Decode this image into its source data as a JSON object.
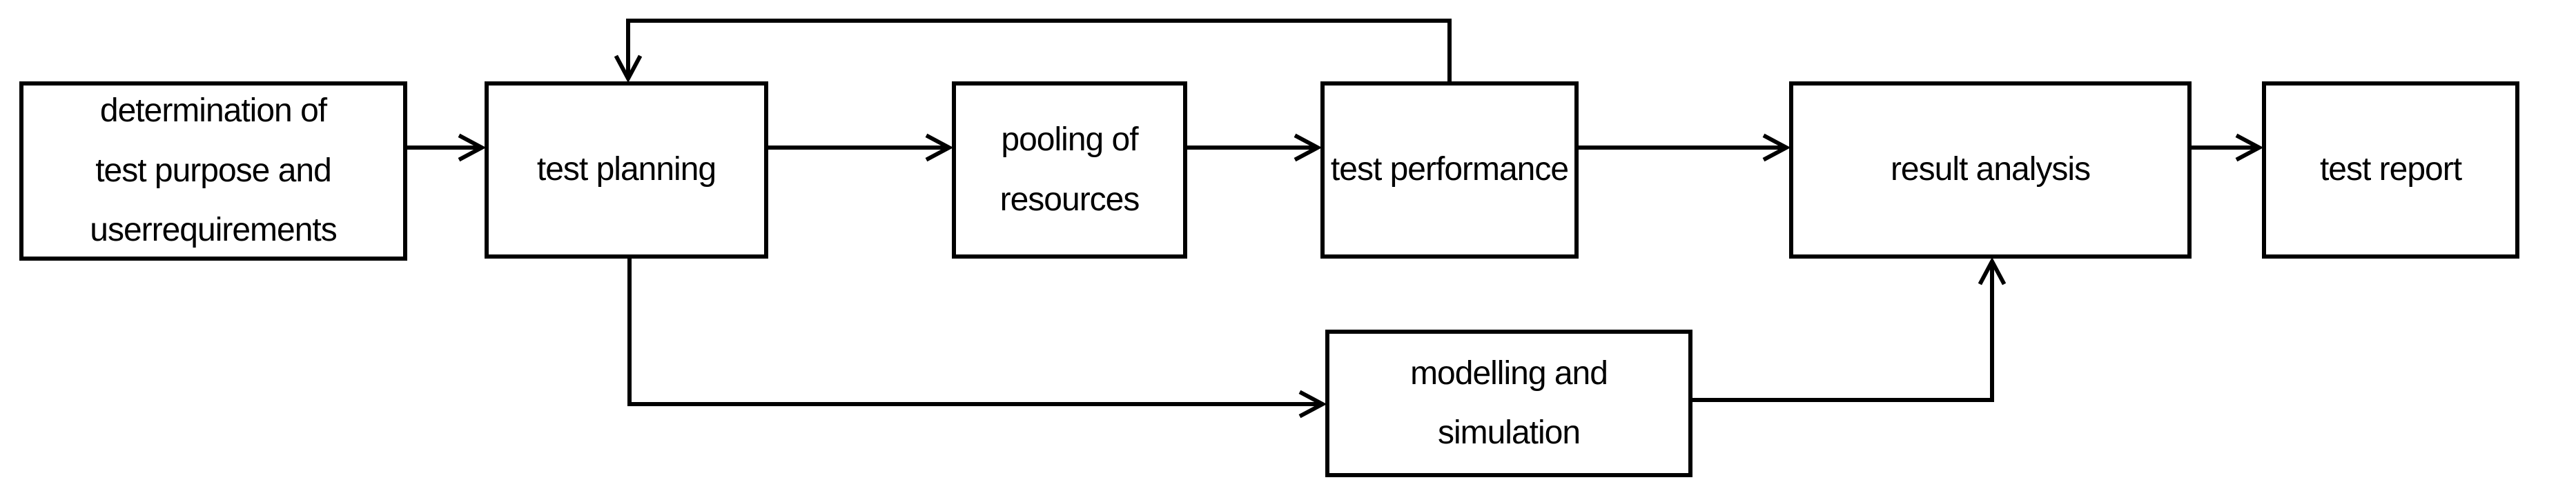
{
  "diagram": {
    "type": "flowchart",
    "background_color": "#ffffff",
    "stroke_color": "#000000",
    "node_fill_color": "#ffffff",
    "nodes": {
      "determination": {
        "label": "determination of test purpose and userrequirements",
        "lines": [
          "determination of",
          "test purpose and",
          "userrequirements"
        ]
      },
      "test_planning": {
        "label": "test planning",
        "lines": [
          "test planning"
        ]
      },
      "pooling": {
        "label": "pooling of resources",
        "lines": [
          "pooling of",
          "resources"
        ]
      },
      "test_performance": {
        "label": "test performance",
        "lines": [
          "test performance"
        ]
      },
      "result_analysis": {
        "label": "result analysis",
        "lines": [
          "result analysis"
        ]
      },
      "test_report": {
        "label": "test report",
        "lines": [
          "test report"
        ]
      },
      "modelling": {
        "label": "modelling and simulation",
        "lines": [
          "modelling and",
          "simulation"
        ]
      }
    },
    "edges": [
      {
        "from": "determination",
        "to": "test_planning",
        "style": "straight-right"
      },
      {
        "from": "test_planning",
        "to": "pooling",
        "style": "straight-right"
      },
      {
        "from": "pooling",
        "to": "test_performance",
        "style": "straight-right"
      },
      {
        "from": "test_performance",
        "to": "result_analysis",
        "style": "straight-right"
      },
      {
        "from": "result_analysis",
        "to": "test_report",
        "style": "straight-right"
      },
      {
        "from": "test_performance",
        "to": "test_planning",
        "style": "feedback-over-top"
      },
      {
        "from": "test_planning",
        "to": "modelling",
        "style": "down-then-right"
      },
      {
        "from": "modelling",
        "to": "result_analysis",
        "style": "right-then-up"
      }
    ]
  }
}
